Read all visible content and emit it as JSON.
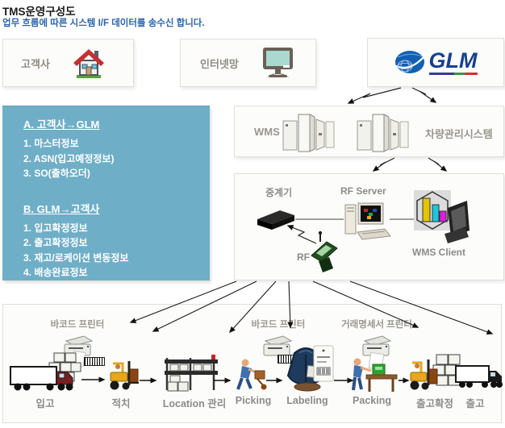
{
  "header": {
    "title": "TMS운영구성도",
    "subtitle": "업무 흐름에 따른 시스템 I/F 데이터를 송수신 합니다."
  },
  "top_row": {
    "customer_label": "고객사",
    "internet_label": "인터넷망",
    "glm_logo_text": "GLM"
  },
  "interface_panel": {
    "section_a": {
      "title": "A. 고객사→GLM",
      "items": [
        "1. 마스터정보",
        "2. ASN(입고예정정보)",
        "3. SO(출하오더)"
      ]
    },
    "section_b": {
      "title": "B. GLM→고객사",
      "items": [
        "1. 입고확정정보",
        "2. 출고확정정보",
        "3. 재고/로케이션 변동정보",
        "4. 배송완료정보"
      ]
    }
  },
  "wms_box": {
    "wms_label": "WMS",
    "vehicle_system_label": "차량관리시스템"
  },
  "rf_box": {
    "repeater_label": "중계기",
    "rf_server_label": "RF Server",
    "rf_label": "RF",
    "wms_client_label": "WMS Client"
  },
  "warehouse_flow": {
    "printer_labels": {
      "left": "바코드 프린터",
      "middle": "바코드 프린터",
      "right": "거래명세서 프린터"
    },
    "steps": [
      "입고",
      "적치",
      "Location 관리",
      "Picking",
      "Labeling",
      "Packing",
      "출고확정",
      "출고"
    ]
  },
  "colors": {
    "panel_teal": "#6FAEC7",
    "subtitle_blue": "#2A64AC",
    "glm_blue": "#16408F",
    "underline_navy": "#3A3A99",
    "underline_green": "#2F9E40",
    "underline_red": "#D32F2F"
  }
}
